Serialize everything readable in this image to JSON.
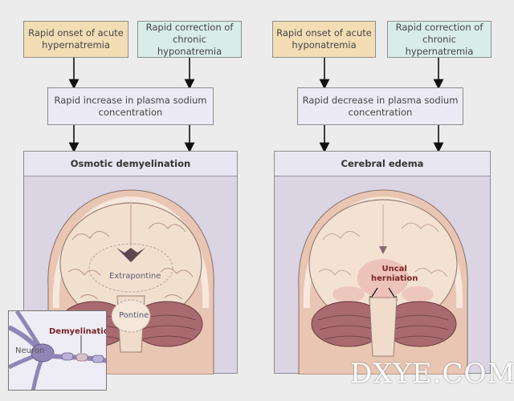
{
  "left": {
    "cause1": "Rapid onset of acute hypernatremia",
    "cause2": "Rapid correction of chronic hyponatremia",
    "mechanism": "Rapid increase in plasma sodium concentration",
    "outcome": "Osmotic demyelination",
    "labels": {
      "extrapontine": "Extrapontine",
      "pontine": "Pontine",
      "neuron": "Neuron",
      "demyelination": "Demyelination"
    }
  },
  "right": {
    "cause1": "Rapid onset of acute hyponatremia",
    "cause2": "Rapid correction of chronic hypernatremia",
    "mechanism": "Rapid decrease in plasma sodium concentration",
    "outcome": "Cerebral edema",
    "labels": {
      "uncal": "Uncal",
      "herniation": "herniation"
    }
  },
  "watermark": "DXYE.COM",
  "colors": {
    "cause1_fill": "#f3ddb5",
    "cause2_fill": "#d9ede8",
    "mechanism_fill": "#eceaf4",
    "panel_fill": "#dad4e3",
    "herniation_red": "#7a2424"
  }
}
